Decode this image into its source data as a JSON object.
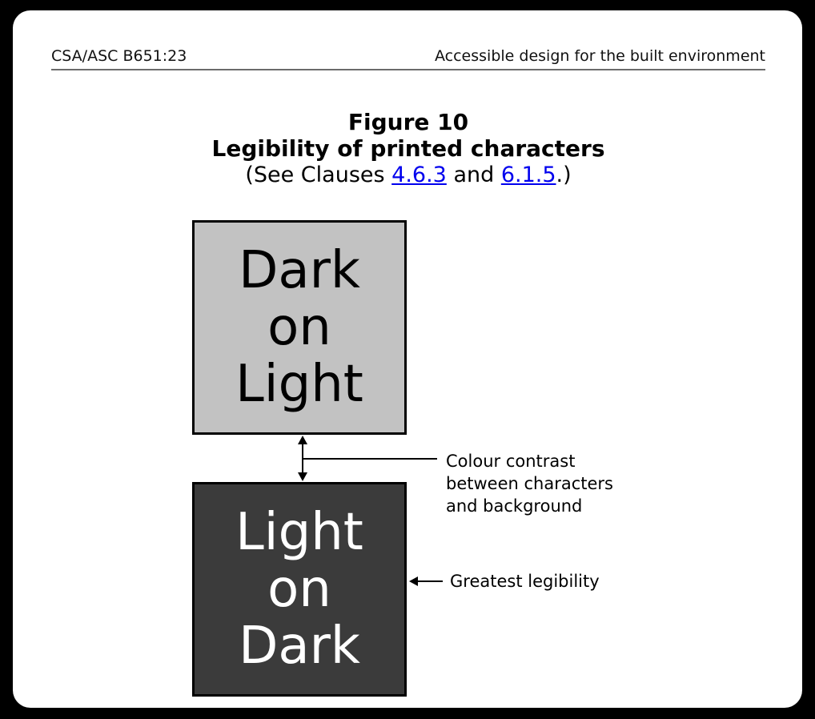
{
  "header": {
    "left": "CSA/ASC B651:23",
    "right": "Accessible design for the built environment"
  },
  "title": {
    "figure_label": "Figure 10",
    "subtitle": "Legibility of printed characters",
    "see_note": {
      "prefix": "(See Clauses ",
      "link1": "4.6.3",
      "conjunction": " and ",
      "link2": "6.1.5",
      "suffix": ".)"
    }
  },
  "boxes": {
    "light": {
      "lines": [
        "Dark",
        "on",
        "Light"
      ],
      "bg": "#c2c2c2",
      "fg": "#000000"
    },
    "dark": {
      "lines": [
        "Light",
        "on",
        "Dark"
      ],
      "bg": "#3b3b3b",
      "fg": "#ffffff"
    }
  },
  "annotations": {
    "contrast": {
      "lines": [
        "Colour contrast",
        "between characters",
        "and background"
      ]
    },
    "legibility": "Greatest legibility"
  },
  "colors": {
    "page_bg": "#ffffff",
    "frame_bg": "#000000",
    "link": "#0000ee",
    "box_border": "#000000",
    "header_rule": "#6b6b6b"
  }
}
